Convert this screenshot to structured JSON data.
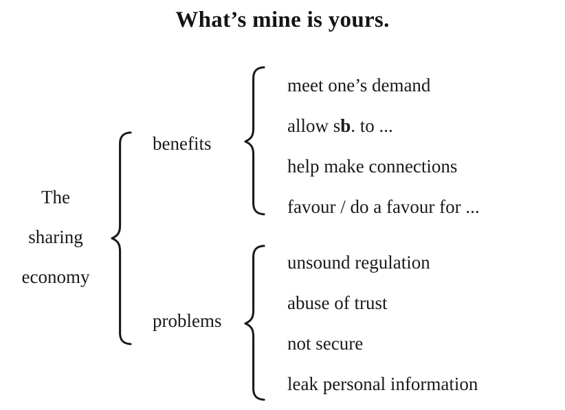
{
  "title": "What’s mine is yours.",
  "root": {
    "name": "the-sharing-economy",
    "lines": [
      "The",
      "sharing",
      "economy"
    ]
  },
  "branches": [
    {
      "id": "benefits",
      "label": "benefits",
      "items": [
        "meet one’s demand",
        "allow sb. to ...",
        "help make connections",
        "favour / do a favour for ..."
      ]
    },
    {
      "id": "problems",
      "label": "problems",
      "items": [
        "unsound regulation",
        "abuse of trust",
        "not secure",
        "leak personal information"
      ]
    }
  ],
  "items_flat": [
    "meet one’s demand",
    "allow sb. to ...",
    "help make connections",
    "favour / do a favour for ...",
    "unsound regulation",
    "abuse of trust",
    "not secure",
    "leak personal information"
  ],
  "colors": {
    "background": "#ffffff",
    "text": "#1a1a1a",
    "stroke": "#1a1a1a"
  },
  "icons": {
    "brace_root": "curly-brace-right",
    "brace_benefits": "curly-brace-right",
    "brace_problems": "curly-brace-right"
  }
}
